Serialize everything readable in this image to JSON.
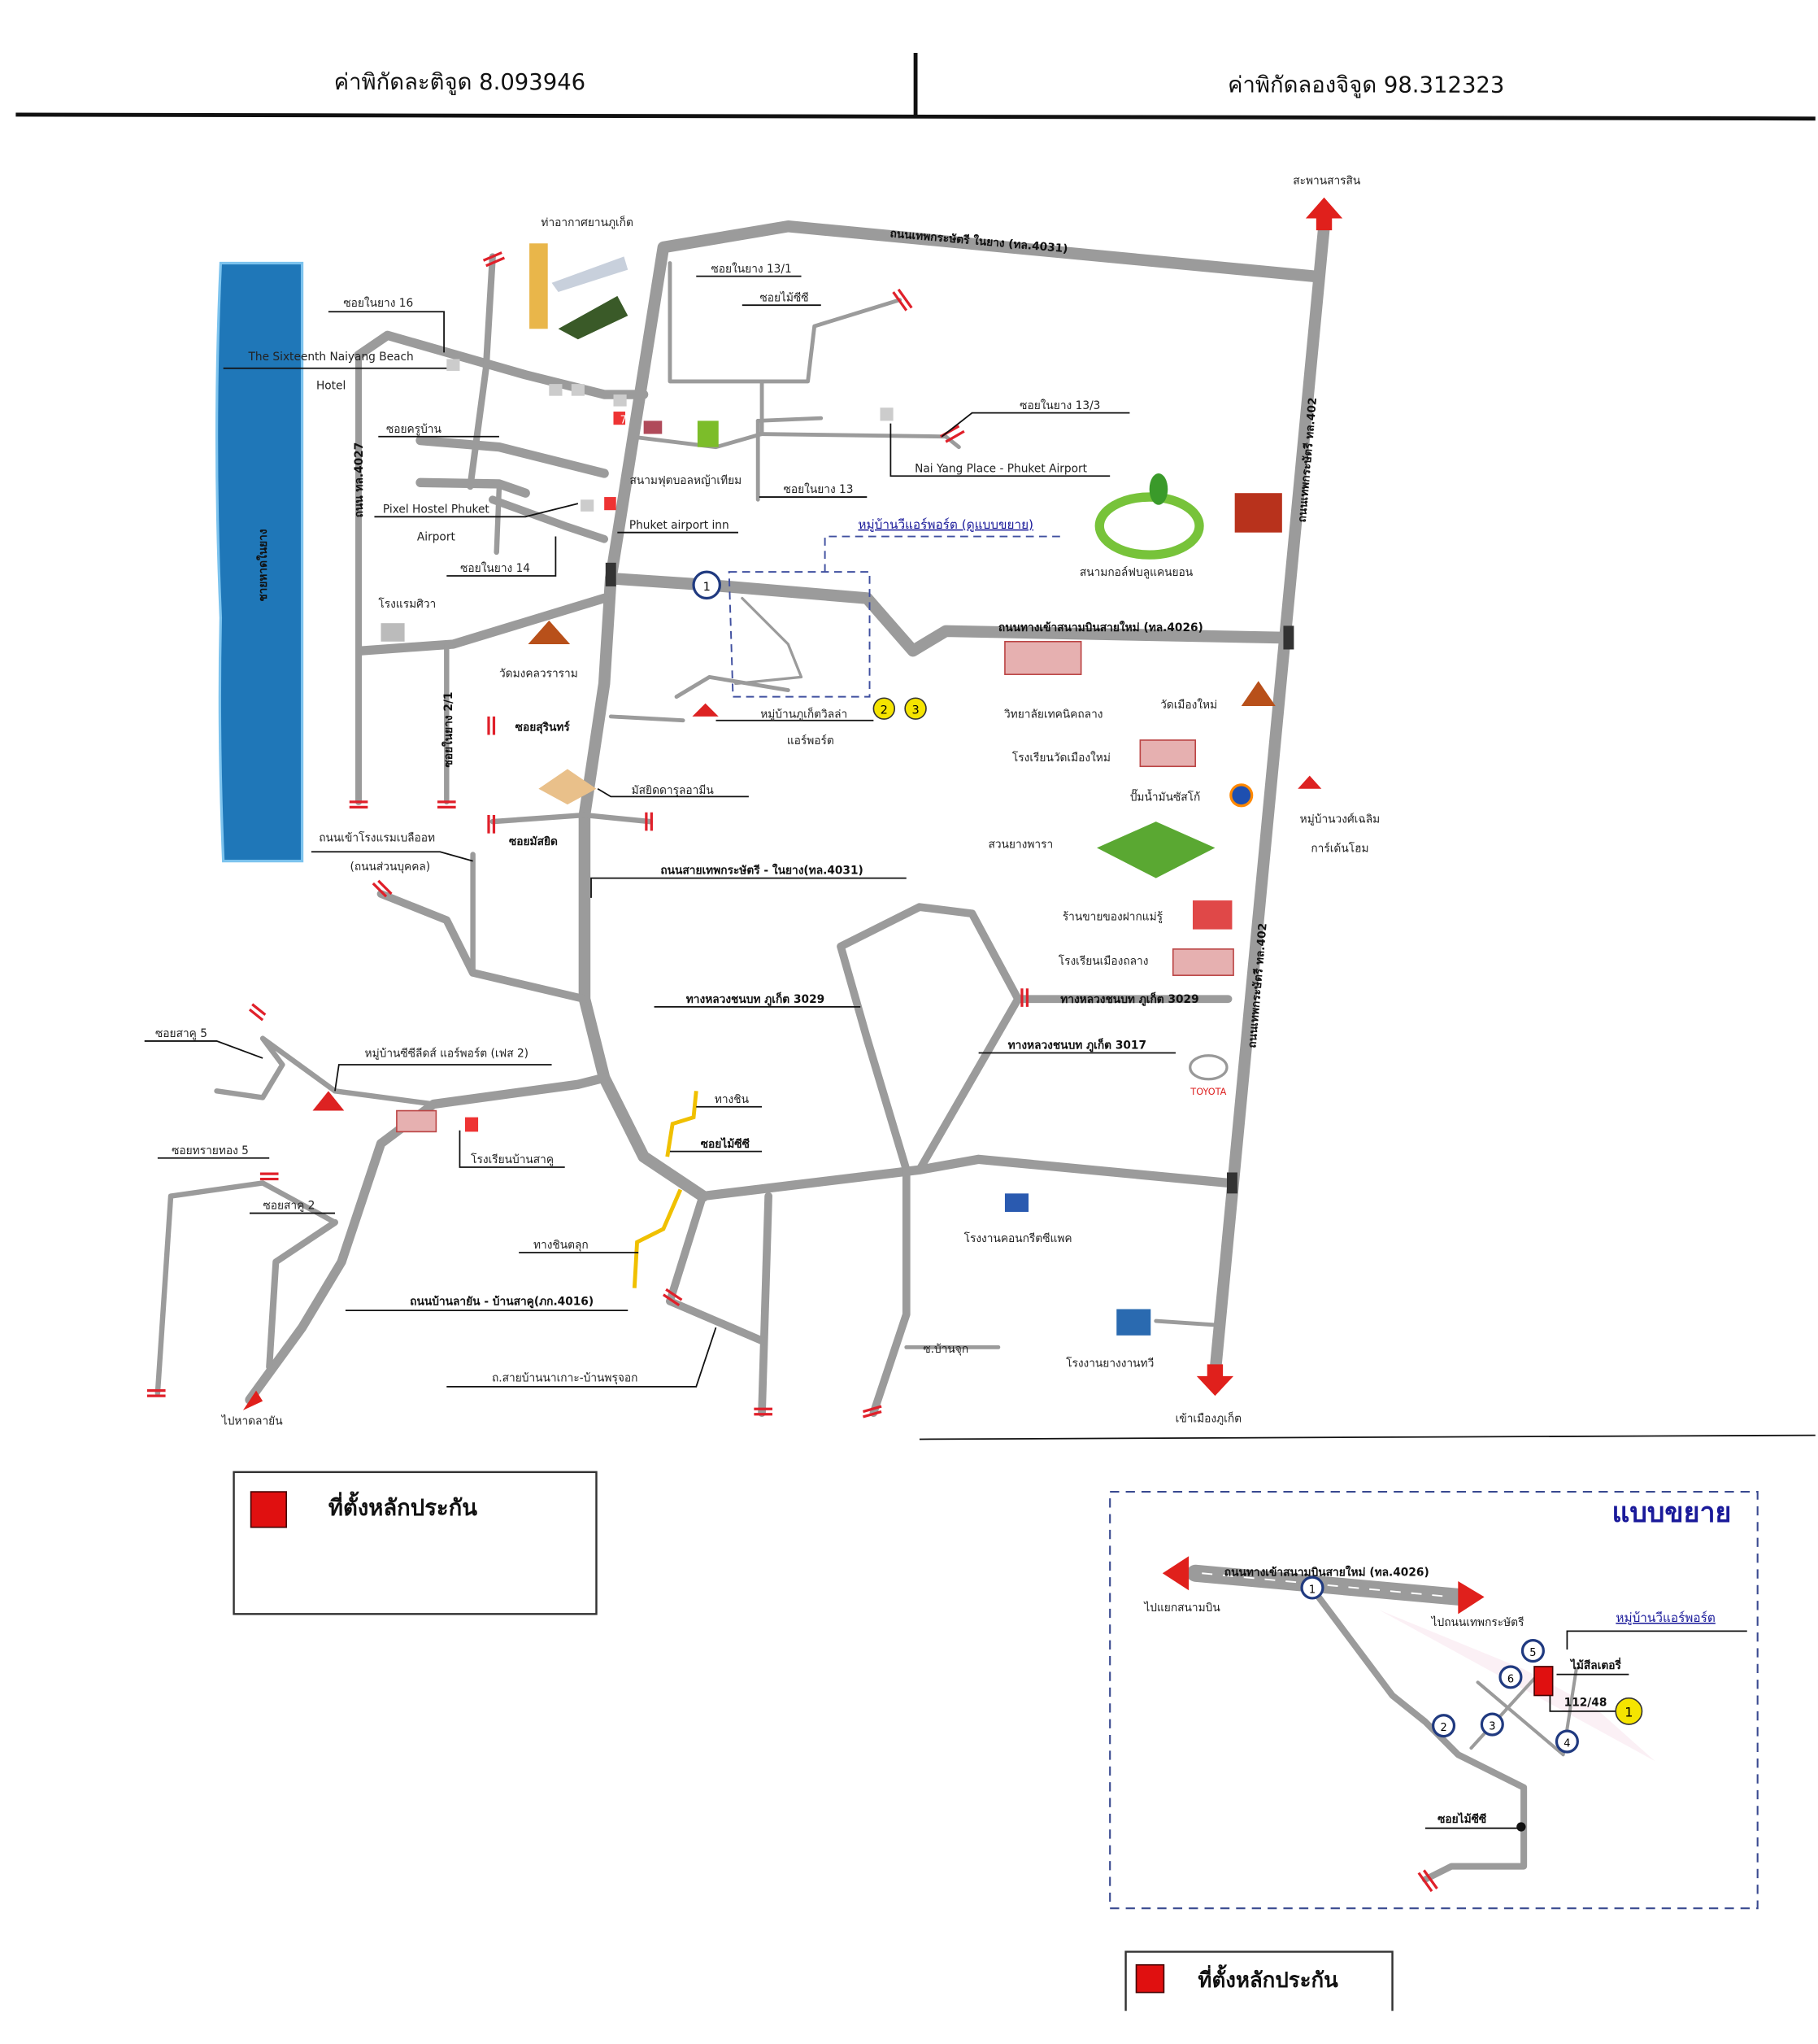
{
  "header": {
    "latitude": "ค่าพิกัดละติจูด 8.093946",
    "longitude": "ค่าพิกัดลองจิจูด 98.312323"
  },
  "map": {
    "sea": "ชายหาดในยาง",
    "airport": "ท่าอากาศยานภูเก็ต",
    "soi16": "ซอยในยาง 16",
    "hotel16_1": "The Sixteenth Naiyang Beach",
    "hotel16_2": "Hotel",
    "soi_kru": "ซอยครูบ้าน",
    "road4027": "ถนน ทล.4027",
    "pixel_1": "Pixel Hostel Phuket",
    "pixel_2": "Airport",
    "soi14": "ซอยในยาง 14",
    "siwa": "โรงแรมศิวา",
    "soi13_1": "ซอยในยาง 13/1",
    "soi_maisisi_top": "ซอยไม้ซีซี",
    "soi13_3": "ซอยในยาง 13/3",
    "naiyang_place": "Nai Yang Place - Phuket Airport",
    "football": "สนามฟุตบอลหญ้าเทียม",
    "soi13": "ซอยในยาง 13",
    "airport_inn": "Phuket airport inn",
    "village_v": "หมู่บ้านวีแอร์พอร์ต (ดูแบบขยาย)",
    "golf": "สนามกอล์ฟบลูแคนยอน",
    "road4031_top": "ถนนเทพกระษัตรี ในยาง (ทล.4031)",
    "road402_top": "ถนนเทพกระษัตรี ทล.402",
    "road4026": "ถนนทางเข้าสนามบินสายใหม่ (ทล.4026)",
    "wat_mongkol": "วัดมงคลวราราม",
    "soi2_1": "ซอยในยาง 2/1",
    "soi_surin": "ซอยสุรินทร์",
    "villa_1": "หมู่บ้านภูเก็ตวิลล่า",
    "villa_2": "แอร์พอร์ต",
    "tech_college": "วิทยาลัยเทคนิคถลาง",
    "wat_muangmai": "วัดเมืองใหม่",
    "school_muangmai": "โรงเรียนวัดเมืองใหม่",
    "gas": "ปั๊มน้ำมันซัสโก้",
    "wongchalerm_1": "หมู่บ้านวงศ์เฉลิม",
    "wongchalerm_2": "การ์เด้นโฮม",
    "mosque": "มัสยิดดารุลอามีน",
    "soi_mosque": "ซอยมัสยิด",
    "hotel_road_1": "ถนนเข้าโรงแรมเบลืออท",
    "hotel_road_2": "(ถนนส่วนบุคคล)",
    "plantation": "สวนยางพารา",
    "road4031_mid": "ถนนสายเทพกระษัตรี - ในยาง(ทล.4031)",
    "souvenir": "ร้านขายของฝากแม่รู้",
    "school_thalang": "โรงเรียนเมืองถลาง",
    "rural3029_left": "ทางหลวงชนบท ภูเก็ต 3029",
    "rural3029_right": "ทางหลวงชนบท ภูเก็ต 3029",
    "rural3017": "ทางหลวงชนบท ภูเก็ต 3017",
    "toyota": "TOYOTA",
    "soi_saku5": "ซอยสาคู 5",
    "cc_village": "หมู่บ้านซีซีลีดส์ แอร์พอร์ต (เฟส 2)",
    "soi_saithong5": "ซอยทรายทอง 5",
    "school_saku": "โรงเรียนบ้านสาคู",
    "dirt1": "ทางชิน",
    "soi_maisisi_mid": "ซอยไม้ซีซี",
    "soi_saku2": "ซอยสาคู 2",
    "concrete": "โรงงานคอนกรีตซีแพค",
    "dirt2": "ทางชินตลุก",
    "road4016": "ถนนบ้านลายัน - บ้านสาคู(ภก.4016)",
    "road_naka": "ถ.สายบ้านนาเกาะ-บ้านพรุจอก",
    "soi_banjuk": "ซ.บ้านจุก",
    "rubber_factory": "โรงงานยางงานทวี",
    "to_layan": "ไปหาดลายัน",
    "to_phuket": "เข้าเมืองภูเก็ต",
    "to_sarasin": "สะพานสารสิน",
    "sign_711": "7"
  },
  "legend": {
    "label": "ที่ตั้งหลักประกัน"
  },
  "inset": {
    "title": "แบบขยาย",
    "road": "ถนนทางเข้าสนามบินสายใหม่ (ทล.4026)",
    "to_airport": "ไปแยกสนามบิน",
    "to_thepkasattri": "ไปถนนเทพกระษัตรี",
    "village": "หมู่บ้านวีแอร์พอร์ต",
    "side_label": "ไม้สีลเตอรี่",
    "house_no": "112/48",
    "soi": "ซอยไม้ซีซี",
    "markers": [
      "1",
      "2",
      "3",
      "4",
      "5",
      "6"
    ],
    "yellow_marker": "1"
  },
  "map_markers": {
    "blue_1": "1",
    "yellow_2": "2",
    "yellow_3": "3"
  },
  "legend2": {
    "label": "ที่ตั้งหลักประกัน"
  },
  "colors": {
    "road": "#9b9b9b",
    "sea": "#1f77b8",
    "arrow": "#e0201c",
    "marker_yellow": "#f5e400",
    "accent_blue": "#1a1a9a"
  }
}
